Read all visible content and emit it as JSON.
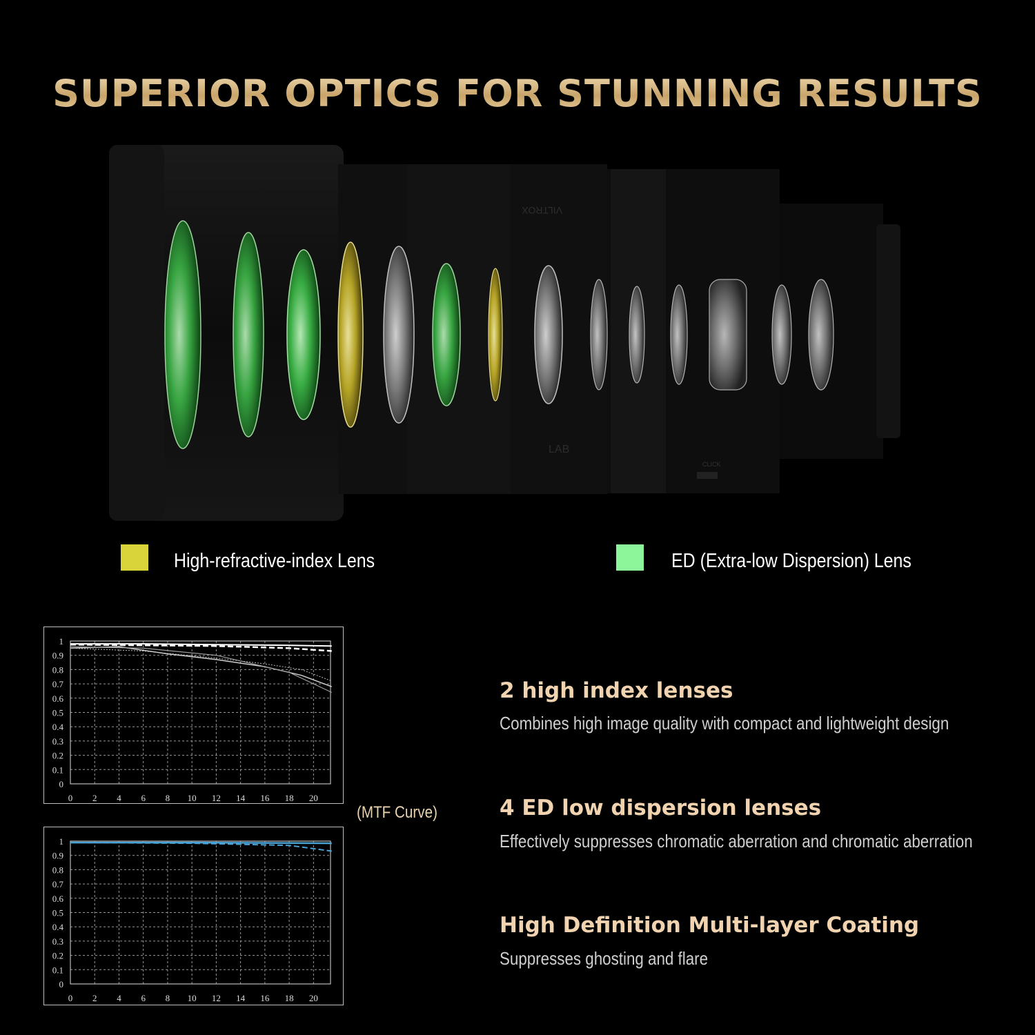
{
  "headline": "SUPERIOR OPTICS FOR STUNNING RESULTS",
  "lens_barrel": {
    "brand_mark": "VILTROX",
    "lab_mark": "LAB",
    "switch_label": "CLICK"
  },
  "legend": [
    {
      "label": "High-refractive-index Lens",
      "color": "#d8d43a"
    },
    {
      "label": "ED (Extra-low Dispersion) Lens",
      "color": "#8df59a"
    }
  ],
  "mtf": {
    "caption": "(MTF Curve)",
    "y_ticks": [
      "1",
      "0.9",
      "0.8",
      "0.7",
      "0.6",
      "0.5",
      "0.4",
      "0.3",
      "0.2",
      "0.1",
      "0"
    ],
    "x_ticks": [
      "0",
      "2",
      "4",
      "6",
      "8",
      "10",
      "12",
      "14",
      "16",
      "18",
      "20"
    ],
    "accent": "#4aa3d6"
  },
  "features": [
    {
      "title": "2 high index lenses",
      "description": "Combines high image quality with compact and lightweight design"
    },
    {
      "title": "4 ED low dispersion lenses",
      "description": "Effectively suppresses chromatic aberration and chromatic aberration"
    },
    {
      "title": "High Definition Multi-layer Coating",
      "description": "Suppresses ghosting and flare"
    }
  ]
}
